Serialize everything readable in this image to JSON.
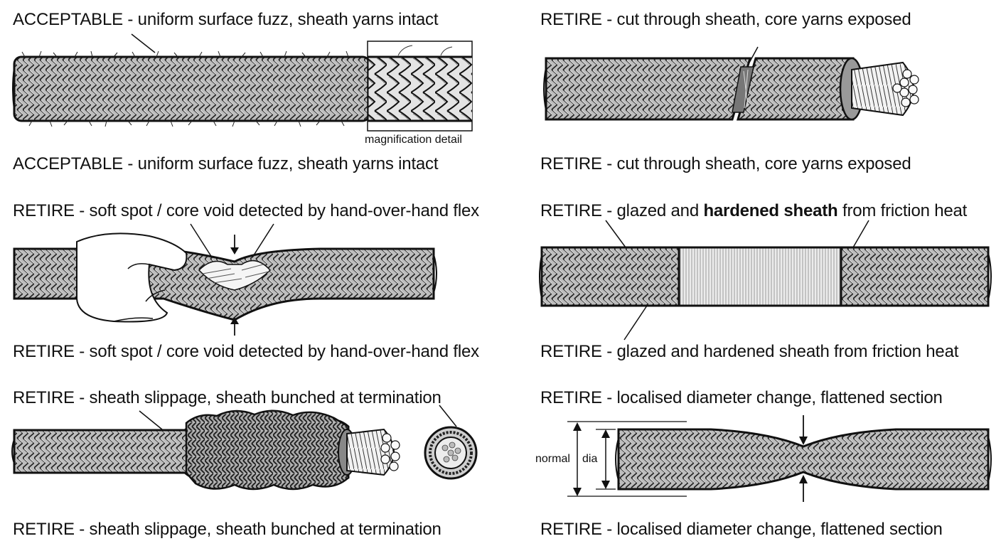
{
  "panels": [
    {
      "status": "ACCEPTABLE",
      "caption_top": "ACCEPTABLE - uniform surface fuzz, sheath yarns intact",
      "caption_bottom": "ACCEPTABLE - uniform surface fuzz, sheath yarns intact",
      "callout": "magnification detail"
    },
    {
      "status": "RETIRE",
      "caption_top": "RETIRE - cut through sheath, core yarns exposed",
      "caption_bottom": "RETIRE - cut through sheath, core yarns exposed"
    },
    {
      "status": "RETIRE",
      "caption_top": "RETIRE - soft spot / core void detected by hand-over-hand flex",
      "caption_bottom": "RETIRE - soft spot / core void detected by hand-over-hand flex"
    },
    {
      "status": "RETIRE",
      "caption_top_before": "RETIRE - glazed and ",
      "caption_top_bold": "hardened sheath",
      "caption_top_after": " from friction heat",
      "caption_bottom": "RETIRE - glazed and hardened sheath from friction heat"
    },
    {
      "status": "RETIRE",
      "caption_top": "RETIRE - sheath slippage, sheath bunched at termination",
      "caption_bottom": "RETIRE - sheath slippage, sheath bunched at termination"
    },
    {
      "status": "RETIRE",
      "caption_top": "RETIRE - localised diameter change, flattened section",
      "caption_bottom": "RETIRE - localised diameter change, flattened section",
      "label_normal": "normal",
      "label_dia": "dia"
    }
  ],
  "icons": [
    "hand-icon",
    "arrow-down-icon",
    "arrow-up-icon",
    "rope-cross-section-icon"
  ],
  "colors": {
    "ink": "#111111",
    "rope_fill": "#bdbdbd",
    "glazed_fill": "#e6e6e6",
    "background": "#ffffff"
  }
}
